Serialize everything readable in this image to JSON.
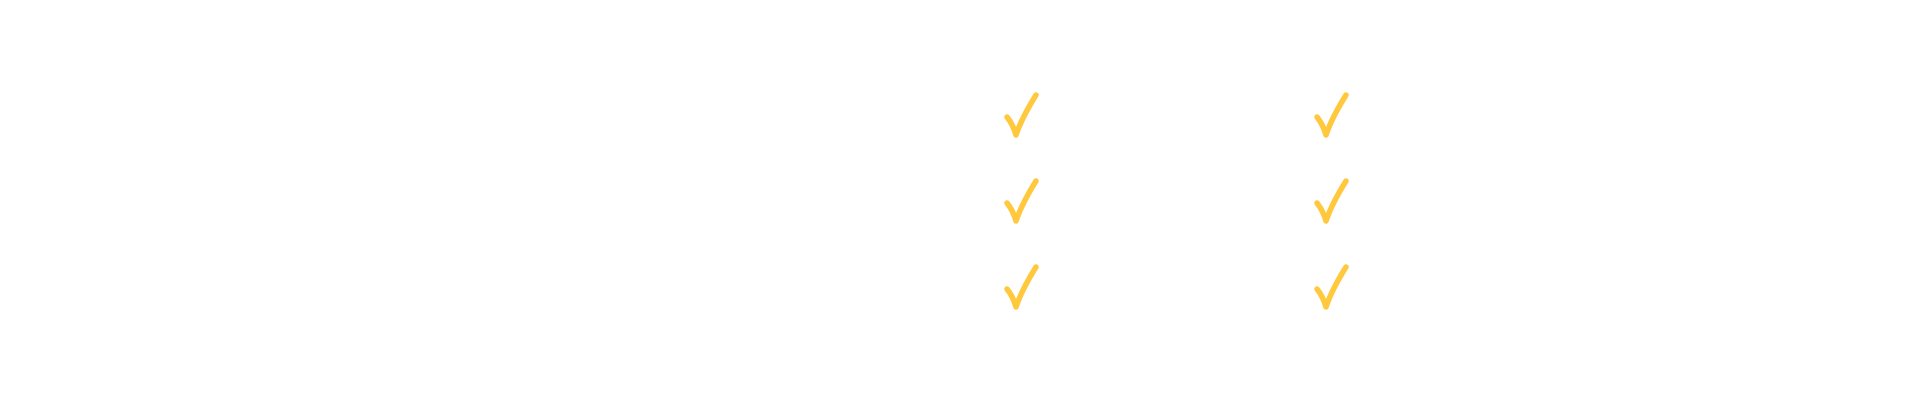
{
  "checklist": {
    "icon": "checkmark-icon",
    "check_color": "#FFC83D",
    "background_color": "#FFFFFF",
    "items": [
      {
        "column": 1,
        "row": 1
      },
      {
        "column": 2,
        "row": 1
      },
      {
        "column": 1,
        "row": 2
      },
      {
        "column": 2,
        "row": 2
      },
      {
        "column": 1,
        "row": 3
      },
      {
        "column": 2,
        "row": 3
      }
    ]
  }
}
